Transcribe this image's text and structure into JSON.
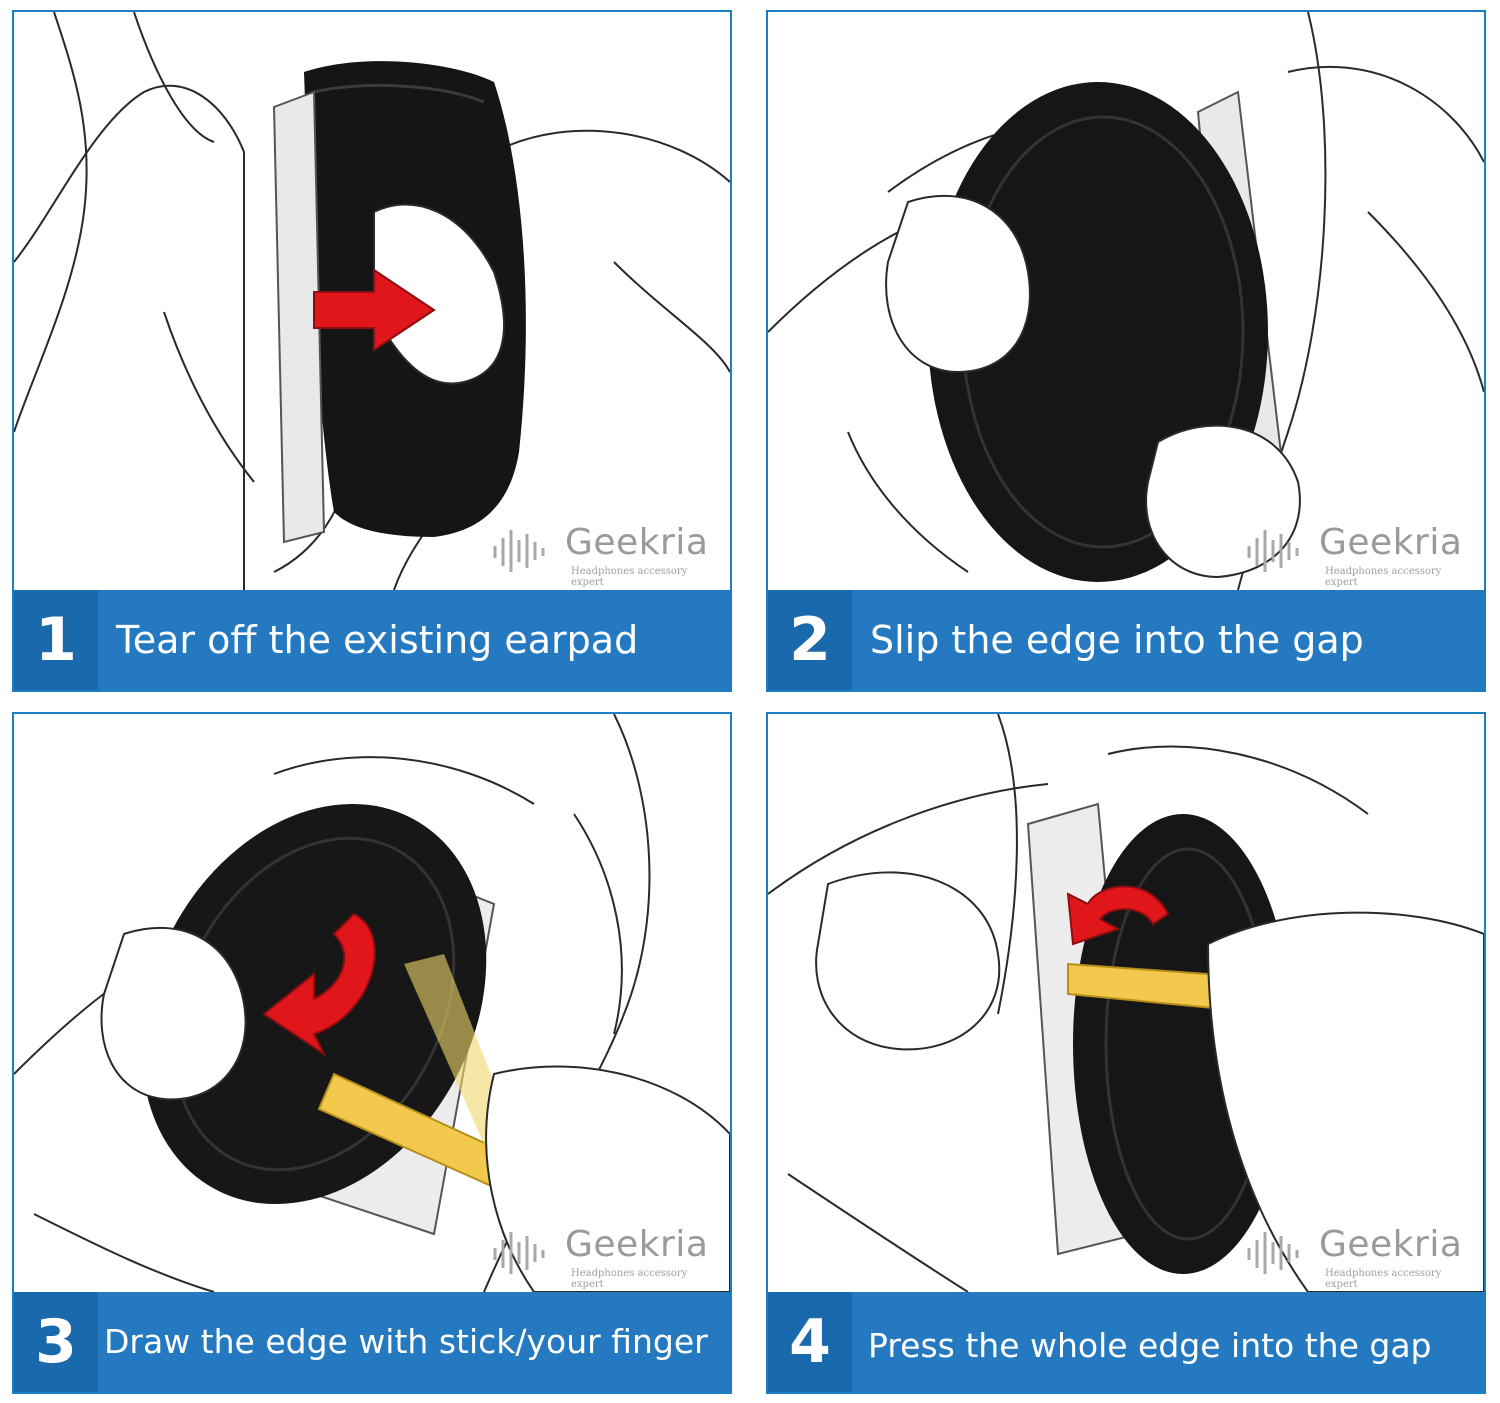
{
  "brand": {
    "name": "Geekria",
    "tagline": "Headphones accessory expert"
  },
  "steps": [
    {
      "number": "1",
      "caption": "Tear off the existing earpad"
    },
    {
      "number": "2",
      "caption": "Slip the edge into the gap"
    },
    {
      "number": "3",
      "caption": "Draw the edge with stick/your finger"
    },
    {
      "number": "4",
      "caption": "Press the whole edge into the gap"
    }
  ],
  "colors": {
    "bar": "#2479c0",
    "number_box": "#1a69ad",
    "border": "#1d7fc3",
    "arrow": "#e0161b",
    "pry_tool": "#f2c94c"
  }
}
